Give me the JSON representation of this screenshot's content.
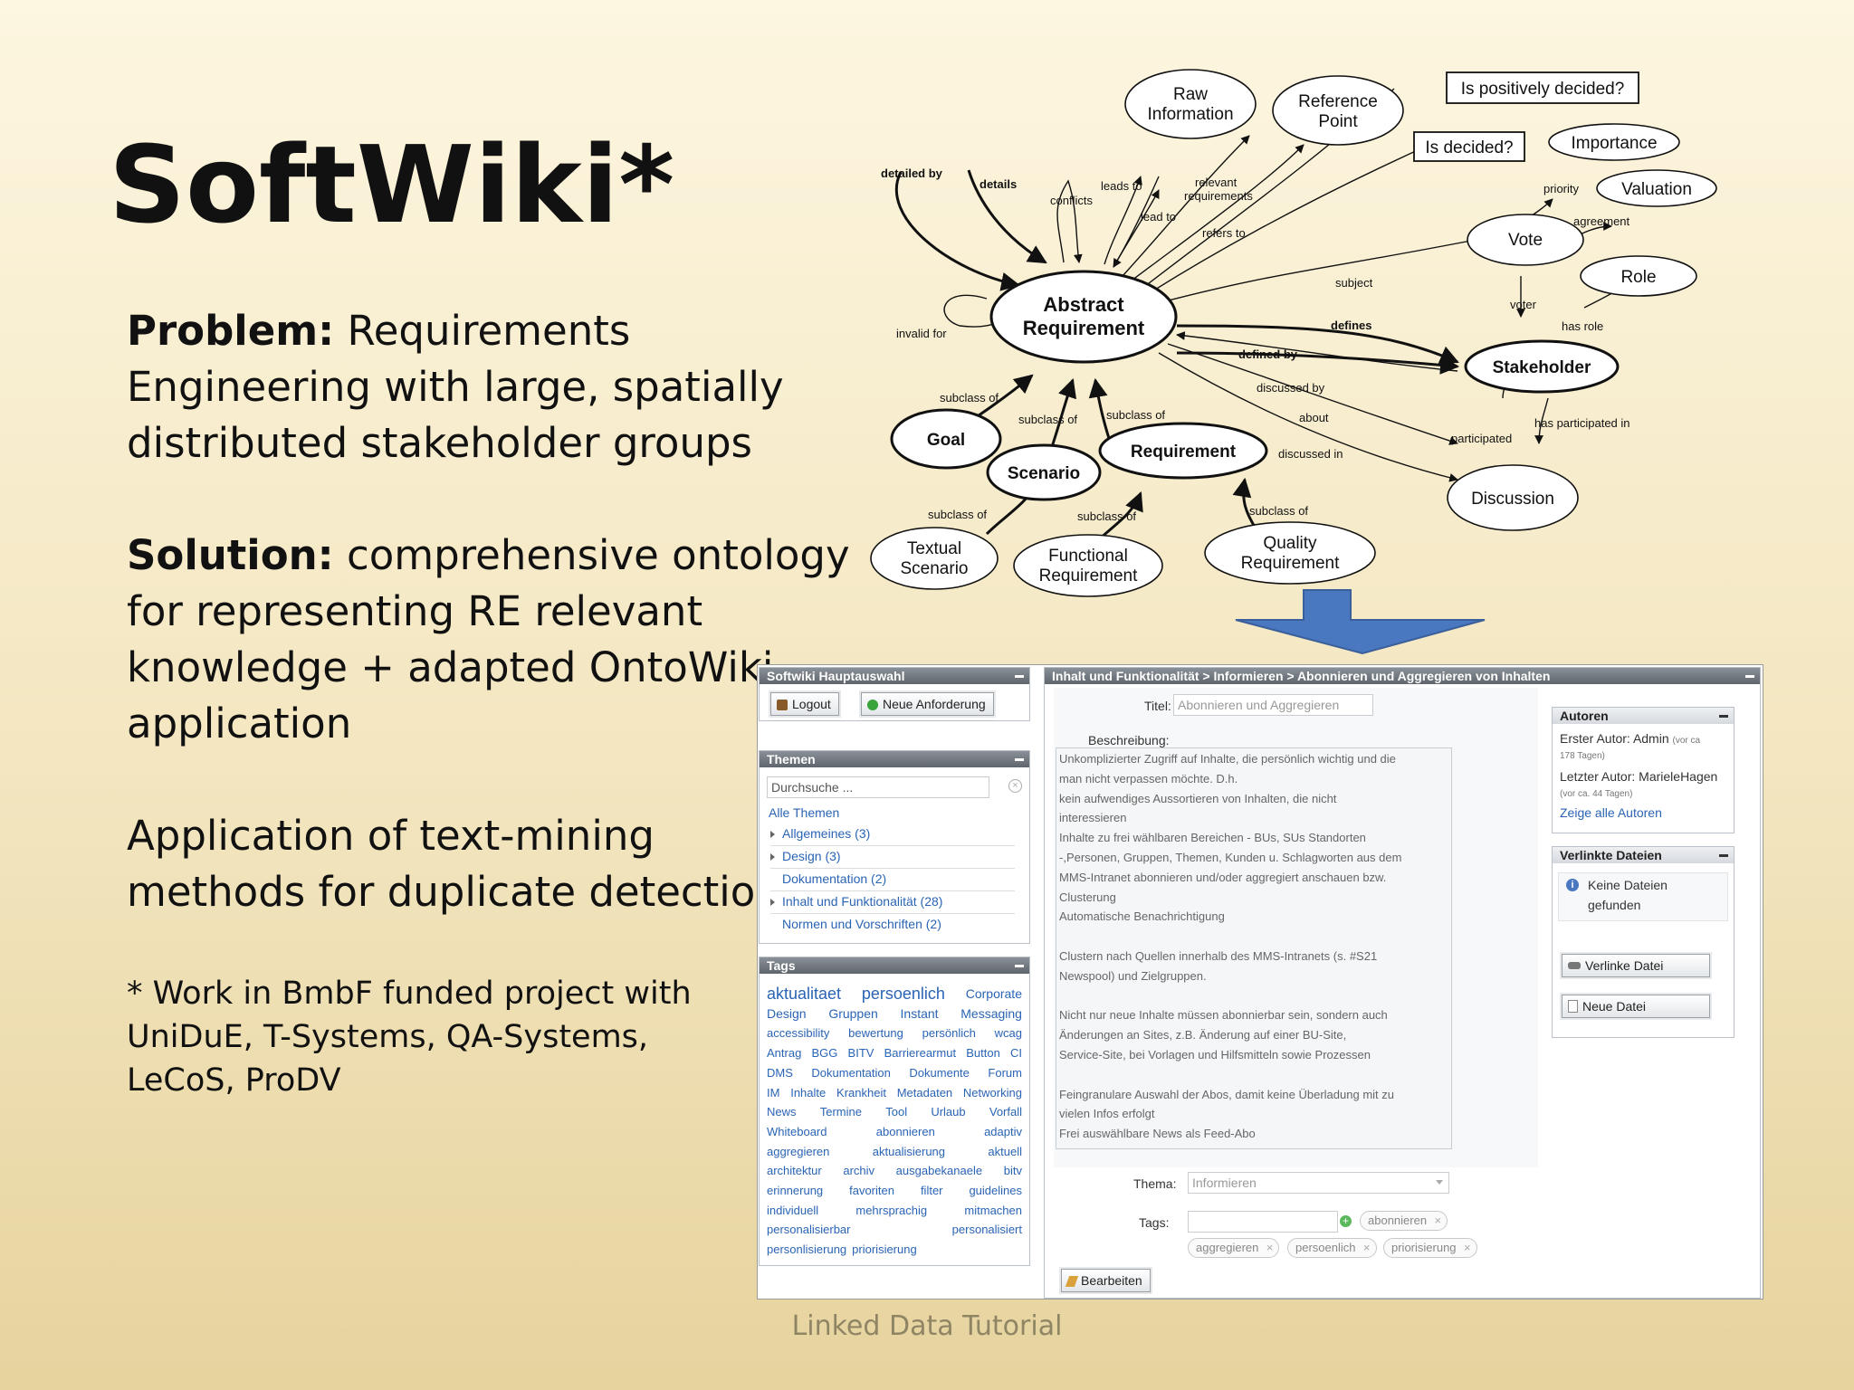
{
  "slide": {
    "title": "SoftWiki*",
    "problem_label": "Problem:",
    "problem_text": "Requirements Engineering with large, spatially distributed stakeholder groups",
    "solution_label": "Solution:",
    "solution_text": "comprehensive ontology for representing RE relevant knowledge + adapted OntoWiki application",
    "textmining": "Application of text-mining methods for duplicate detection",
    "footnote": "* Work in BmbF funded project with UniDuE, T-Systems, QA-Systems, LeCoS, ProDV",
    "footer": "Linked Data Tutorial"
  },
  "diagram": {
    "nodes": [
      {
        "id": "abstract",
        "lines": [
          "Abstract",
          "Requirement"
        ]
      },
      {
        "id": "raw",
        "lines": [
          "Raw",
          "Information"
        ]
      },
      {
        "id": "refpoint",
        "lines": [
          "Reference",
          "Point"
        ]
      },
      {
        "id": "isposdecided",
        "lines": [
          "Is positively decided?"
        ]
      },
      {
        "id": "isdecided",
        "lines": [
          "Is decided?"
        ]
      },
      {
        "id": "importance",
        "lines": [
          "Importance"
        ]
      },
      {
        "id": "valuation",
        "lines": [
          "Valuation"
        ]
      },
      {
        "id": "vote",
        "lines": [
          "Vote"
        ]
      },
      {
        "id": "role",
        "lines": [
          "Role"
        ]
      },
      {
        "id": "stakeholder",
        "lines": [
          "Stakeholder"
        ]
      },
      {
        "id": "discussion",
        "lines": [
          "Discussion"
        ]
      },
      {
        "id": "goal",
        "lines": [
          "Goal"
        ]
      },
      {
        "id": "scenario",
        "lines": [
          "Scenario"
        ]
      },
      {
        "id": "requirement",
        "lines": [
          "Requirement"
        ]
      },
      {
        "id": "textual",
        "lines": [
          "Textual",
          "Scenario"
        ]
      },
      {
        "id": "functional",
        "lines": [
          "Functional",
          "Requirement"
        ]
      },
      {
        "id": "quality",
        "lines": [
          "Quality",
          "Requirement"
        ]
      }
    ],
    "edge_labels": [
      "detailed by",
      "details",
      "conflicts",
      "leads to",
      "lead to",
      "relevant",
      "requirements",
      "refers to",
      "subject",
      "defines",
      "defined by",
      "discussed by",
      "about",
      "discussed in",
      "participated",
      "has participated in",
      "priority",
      "agreement",
      "voter",
      "has role",
      "invalid for",
      "subclass of",
      "subclass of",
      "subclass of",
      "subclass of",
      "subclass of",
      "subclass of"
    ]
  },
  "app": {
    "left_panel_title": "Softwiki Hauptauswahl",
    "logout": "Logout",
    "new_requirement": "Neue Anforderung",
    "themes_title": "Themen",
    "search_placeholder": "Durchsuche ...",
    "all_themes": "Alle Themen",
    "themes": [
      "Allgemeines (3)",
      "Design (3)",
      "Dokumentation (2)",
      "Inhalt und Funktionalität (28)",
      "Normen und Vorschriften (2)"
    ],
    "tags_title": "Tags",
    "tag_rows": [
      [
        "aktualitaet",
        "persoenlich",
        "Corporate"
      ],
      [
        "Design",
        "Gruppen",
        "Instant",
        "Messaging"
      ],
      [
        "accessibility",
        "bewertung",
        "persönlich",
        "wcag"
      ],
      [
        "Antrag",
        "BGG",
        "BITV",
        "Barrierearmut",
        "Button",
        "CI"
      ],
      [
        "DMS",
        "Dokumentation",
        "Dokumente",
        "Forum"
      ],
      [
        "IM",
        "Inhalte",
        "Krankheit",
        "Metadaten",
        "Networking"
      ],
      [
        "News",
        "Termine",
        "Tool",
        "Urlaub",
        "Vorfall"
      ],
      [
        "Whiteboard",
        "abonnieren",
        "adaptiv"
      ],
      [
        "aggregieren",
        "aktualisierung",
        "aktuell"
      ],
      [
        "architektur",
        "archiv",
        "ausgabekanaele",
        "bitv"
      ],
      [
        "erinnerung",
        "favoriten",
        "filter",
        "guidelines"
      ],
      [
        "individuell",
        "mehrsprachig",
        "mitmachen"
      ],
      [
        "personalisierbar",
        "personalisiert"
      ],
      [
        "personlisierung",
        "priorisierung"
      ]
    ],
    "breadcrumb": "Inhalt und Funktionalität > Informieren > Abonnieren und Aggregieren von Inhalten",
    "title_label": "Titel:",
    "title_value": "Abonnieren und Aggregieren",
    "desc_label": "Beschreibung:",
    "desc_lines": [
      "Unkomplizierter Zugriff auf Inhalte, die persönlich wichtig und die",
      "man nicht verpassen möchte. D.h.",
      "kein aufwendiges Aussortieren von Inhalten, die nicht",
      "interessieren",
      "Inhalte zu frei wählbaren Bereichen - BUs, SUs Standorten",
      "-,Personen, Gruppen, Themen, Kunden u. Schlagworten aus dem",
      "MMS-Intranet abonnieren und/oder aggregiert anschauen bzw.",
      "Clusterung",
      "Automatische Benachrichtigung",
      "",
      "Clustern nach Quellen innerhalb des MMS-Intranets (s. #S21",
      "Newspool) und Zielgruppen.",
      "",
      "Nicht nur neue Inhalte müssen abonnierbar sein, sondern auch",
      "Änderungen an Sites, z.B. Änderung auf einer BU-Site,",
      "Service-Site, bei Vorlagen und Hilfsmitteln sowie Prozessen",
      "",
      "Feingranulare Auswahl der Abos, damit keine Überladung mit zu",
      "vielen Infos erfolgt",
      "Frei auswählbare News als Feed-Abo"
    ],
    "theme_label": "Thema:",
    "theme_value": "Informieren",
    "tags_label": "Tags:",
    "tag_chips": [
      "abonnieren",
      "aggregieren",
      "persoenlich",
      "priorisierung"
    ],
    "edit_button": "Bearbeiten",
    "authors_title": "Autoren",
    "first_author_label": "Erster Autor:",
    "first_author": "Admin",
    "first_author_age": "(vor ca",
    "first_author_age2": "178 Tagen)",
    "last_author_label": "Letzter Autor:",
    "last_author": "MarieleHagen",
    "last_author_age": "(vor ca. 44 Tagen)",
    "show_all_authors": "Zeige alle Autoren",
    "files_title": "Verlinkte Dateien",
    "no_files": "Keine Dateien",
    "no_files2": "gefunden",
    "link_file": "Verlinke Datei",
    "new_file": "Neue Datei",
    "colors": {
      "link": "#2a64b5",
      "arrow": "#4a78c0"
    }
  }
}
